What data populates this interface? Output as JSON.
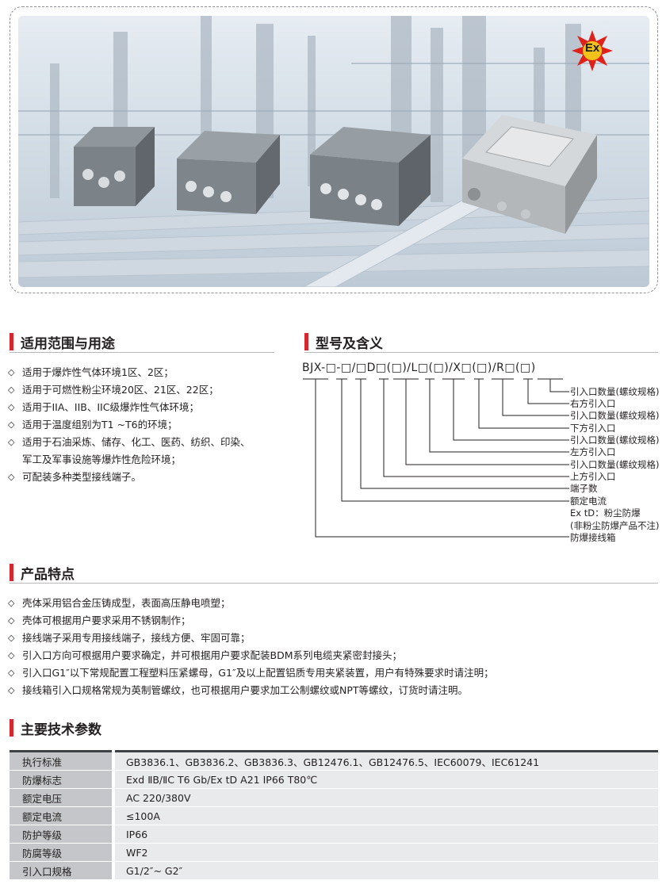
{
  "hero": {
    "badge": "Ex",
    "products": [
      "box-1",
      "box-2",
      "box-3",
      "box-4-stainless"
    ]
  },
  "sections": {
    "scope_title": "适用范围与用途",
    "model_title": "型号及含义",
    "features_title": "产品特点",
    "params_title": "主要技术参数"
  },
  "scope_items": [
    "适用于爆炸性气体环境1区、2区；",
    "适用于可燃性粉尘环境20区、21区、22区；",
    "适用于IIA、IIB、IIC级爆炸性气体环境；",
    "适用于温度组别为T1 ~T6的环境；",
    "适用于石油采炼、储存、化工、医药、纺织、印染、",
    "可配装多种类型接线端子。"
  ],
  "scope_item5_cont": "军工及军事设施等爆炸性危险环境；",
  "model": {
    "code": "BJX-□-□/□D□(□)/L□(□)/X□(□)/R□(□)",
    "labels": [
      "引入口数量(螺纹规格)",
      "右方引入口",
      "引入口数量(螺纹规格)",
      "下方引入口",
      "引入口数量(螺纹规格)",
      "左方引入口",
      "引入口数量(螺纹规格)",
      "上方引入口",
      "端子数",
      "额定电流",
      "Ex tD：粉尘防爆",
      "(非粉尘防爆产品不注)",
      "防爆接线箱"
    ]
  },
  "features": [
    "壳体采用铝合金压铸成型，表面高压静电喷塑；",
    "壳体可根据用户要求采用不锈钢制作；",
    "接线端子采用专用接线端子，接线方便、牢固可靠；",
    "引入口方向可根据用户要求确定，并可根据用户要求配装BDM系列电缆夹紧密封接头；",
    "引入口G1″以下常规配置工程塑料压紧螺母，G1″及以上配置铝质专用夹紧装置，用户有特殊要求时请注明；",
    "接线箱引入口规格常规为英制管螺纹，也可根据用户要求加工公制螺纹或NPT等螺纹，订货时请注明。"
  ],
  "params": [
    {
      "key": "执行标准",
      "value": "GB3836.1、GB3836.2、GB3836.3、GB12476.1、GB12476.5、IEC60079、IEC61241"
    },
    {
      "key": "防爆标志",
      "value": "Exd ⅡB/ⅡC T6 Gb/Ex tD A21 IP66 T80℃"
    },
    {
      "key": "额定电压",
      "value": "AC 220/380V"
    },
    {
      "key": "额定电流",
      "value": "≤100A"
    },
    {
      "key": "防护等级",
      "value": "IP66"
    },
    {
      "key": "防腐等级",
      "value": "WF2"
    },
    {
      "key": "引入口规格",
      "value": "G1/2″~ G2″"
    }
  ],
  "colors": {
    "accent": "#d7262e",
    "table_key_bg": "#c4c6c9",
    "table_val_bg": "#e9eaeb"
  }
}
